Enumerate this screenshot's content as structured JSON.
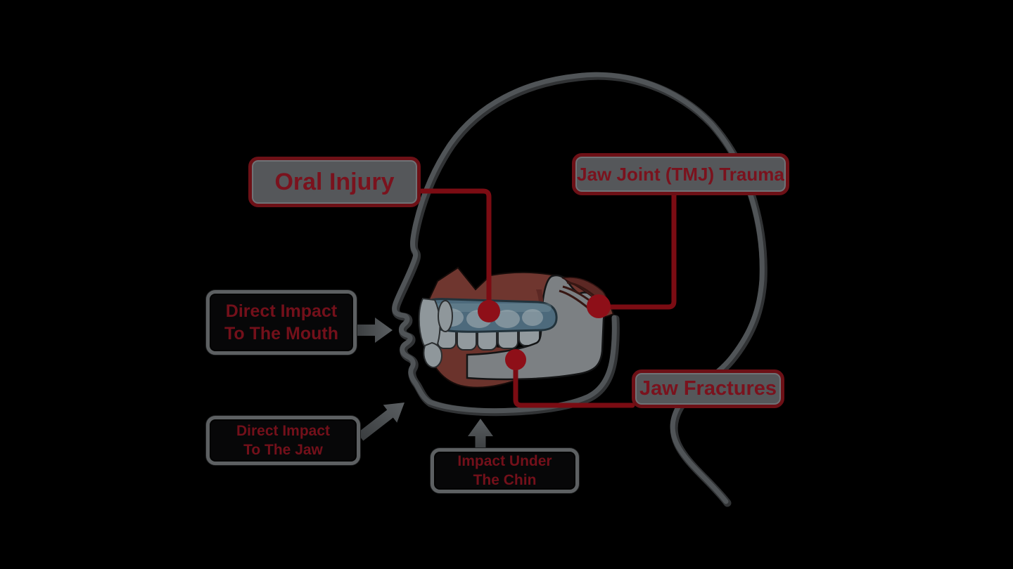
{
  "figure": {
    "type": "medical-infographic",
    "subject": "Causes and locations of jaw injuries on a human head profile"
  },
  "callouts": {
    "oral": {
      "label": "Oral Injury"
    },
    "tmj": {
      "label": "Jaw Joint (TMJ) Trauma"
    },
    "fractures": {
      "label": "Jaw Fractures"
    },
    "mouth": {
      "line1": "Direct Impact",
      "line2": "To The Mouth"
    },
    "jaw": {
      "line1": "Direct Impact",
      "line2": "To The Jaw"
    },
    "chin": {
      "line1": "Impact Under",
      "line2": "The Chin"
    }
  },
  "markers": {
    "oral_injury_point": "red dot on mouthguard over upper teeth",
    "tmj_point": "red dot on jaw joint (condyle)",
    "fracture_point": "red dot on mandible body near chin",
    "mouth_arrow": "gray arrow pointing right at the mouth",
    "jaw_arrow": "gray arrow pointing up-right at the jaw",
    "chin_arrow": "gray arrow pointing up under the chin"
  },
  "colors": {
    "background": "#000000",
    "connector_red": "#7b0c13",
    "dot_red": "#8e0f18",
    "box_border_red": "#6d1016",
    "box_fill_gray": "#55575a",
    "box_text_red": "#7a121d",
    "dark_box_border_gray": "#5d6062",
    "head_outline_gray": "#4e5255",
    "bone_gray": "#7c8083",
    "muscle_red": "#6f362f",
    "mouthguard_blue": "#4d6a7c",
    "teeth_gray": "#90999d"
  }
}
